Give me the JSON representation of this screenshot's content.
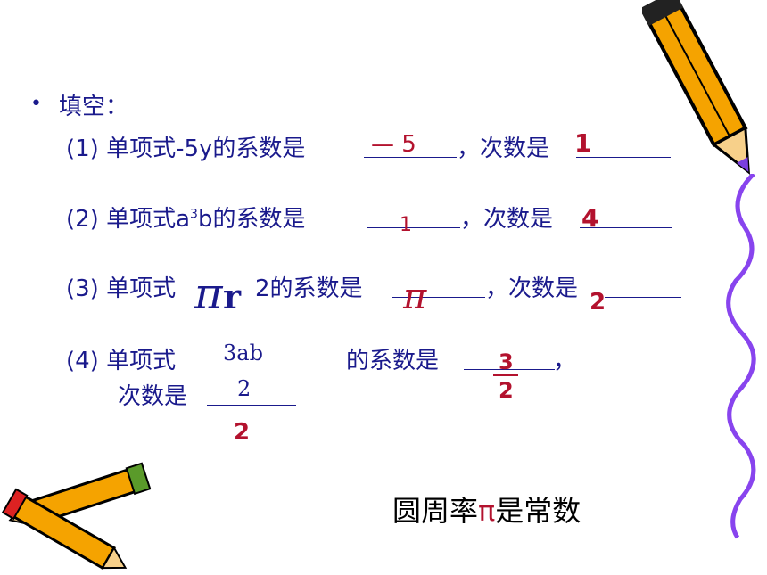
{
  "intro": {
    "bullet": "•",
    "label": "填空："
  },
  "q1": {
    "text_a": "(1) 单项式-5y的系数是",
    "text_b": "，次数是",
    "coef_answer": "— 5",
    "degree_answer": "1"
  },
  "q2": {
    "text_a": "(2) 单项式a",
    "sup": "3",
    "text_b": "b的系数是",
    "text_c": "，次数是",
    "coef_answer": "1",
    "degree_answer": "4"
  },
  "q3": {
    "text_a": "(3) 单项式",
    "text_b": "2的系数是",
    "text_c": "，次数是",
    "expr_pi": "π",
    "expr_r": "r",
    "coef_answer": "π",
    "degree_answer": "2"
  },
  "q4": {
    "text_a": "(4) 单项式",
    "numerator": "3ab",
    "denominator": "2",
    "text_b": "的系数是",
    "text_c": "，",
    "text_d": "次数是",
    "coef_num": "3",
    "coef_den": "2",
    "degree_answer": "2"
  },
  "note": {
    "text_a": "圆周率",
    "symbol": "π",
    "text_b": "是常数"
  },
  "colors": {
    "question": "#1a1a8c",
    "answer": "#b3122e",
    "note": "#000000",
    "pencil_body": "#f5a300",
    "pencil_tip": "#7a3fe0",
    "squiggle": "#8844ee"
  }
}
